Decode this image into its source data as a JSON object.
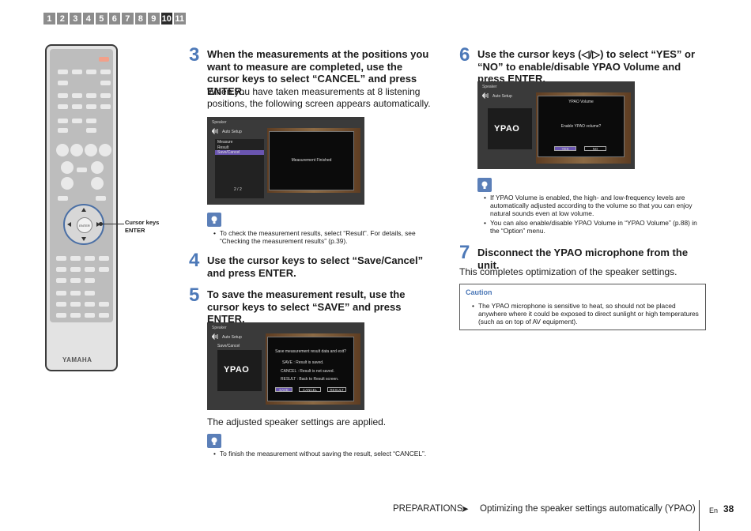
{
  "tabs": [
    "1",
    "2",
    "3",
    "4",
    "5",
    "6",
    "7",
    "8",
    "9",
    "10",
    "11"
  ],
  "active_tab": "10",
  "remote": {
    "callout_line1": "Cursor keys",
    "callout_line2": "ENTER",
    "enter_label": "ENTER",
    "brand": "YAMAHA"
  },
  "step3": {
    "number": "3",
    "title": "When the measurements at the positions you want to measure are completed, use the cursor keys to select “CANCEL” and press ENTER.",
    "body": "When you have taken measurements at 8 listening positions, the following screen appears automatically.",
    "screen": {
      "header": "Speaker",
      "subtitle": "Auto Setup",
      "menu": [
        "Measure",
        "Result",
        "Save/Cancel"
      ],
      "message": "Measurement Finished",
      "page": "2 / 2"
    },
    "tip": "To check the measurement results, select “Result”. For details, see “Checking the measurement results” (p.39)."
  },
  "step4": {
    "number": "4",
    "title": "Use the cursor keys to select “Save/Cancel” and press ENTER."
  },
  "step5": {
    "number": "5",
    "title": "To save the measurement result, use the cursor keys to select “SAVE” and press ENTER.",
    "screen": {
      "header": "Speaker",
      "subtitle": "Auto Setup",
      "menu": "Save/Cancel",
      "logo": "YPAO",
      "question": "Save measurement result data and exit?",
      "lines": [
        "SAVE : Result is saved.",
        "CANCEL : Result is not saved.",
        "RESULT : Back to Result screen."
      ],
      "buttons": [
        "SAVE",
        "CANCEL",
        "RESULT"
      ]
    },
    "after": "The adjusted speaker settings are applied.",
    "tip": "To finish the measurement without saving the result, select “CANCEL”."
  },
  "step6": {
    "number": "6",
    "title": "Use the cursor keys (◁/▷) to select “YES” or “NO” to enable/disable YPAO Volume and press ENTER.",
    "screen": {
      "header": "Speaker",
      "subtitle": "Auto Setup",
      "logo": "YPAO",
      "dialog_title": "YPAO Volume",
      "question": "Enable YPAO volume?",
      "buttons": [
        "YES",
        "NO"
      ]
    },
    "tips": [
      "If YPAO Volume is enabled, the high- and low-frequency levels are automatically adjusted according to the volume so that you can enjoy natural sounds even at low volume.",
      "You can also enable/disable YPAO Volume in “YPAO Volume” (p.88) in the “Option” menu."
    ]
  },
  "step7": {
    "number": "7",
    "title": "Disconnect the YPAO microphone from the unit.",
    "body": "This completes optimization of the speaker settings."
  },
  "caution": {
    "title": "Caution",
    "text": "The YPAO microphone is sensitive to heat, so should not be placed anywhere where it could be exposed to direct sunlight or high temperatures (such as on top of AV equipment)."
  },
  "footer": {
    "section": "PREPARATIONS",
    "arrow": "➤",
    "topic": "Optimizing the speaker settings automatically (YPAO)",
    "lang": "En",
    "page": "38"
  },
  "colors": {
    "accent": "#4d79b8",
    "tab": "#8c8c8c",
    "tab_active": "#2b2b2b"
  }
}
